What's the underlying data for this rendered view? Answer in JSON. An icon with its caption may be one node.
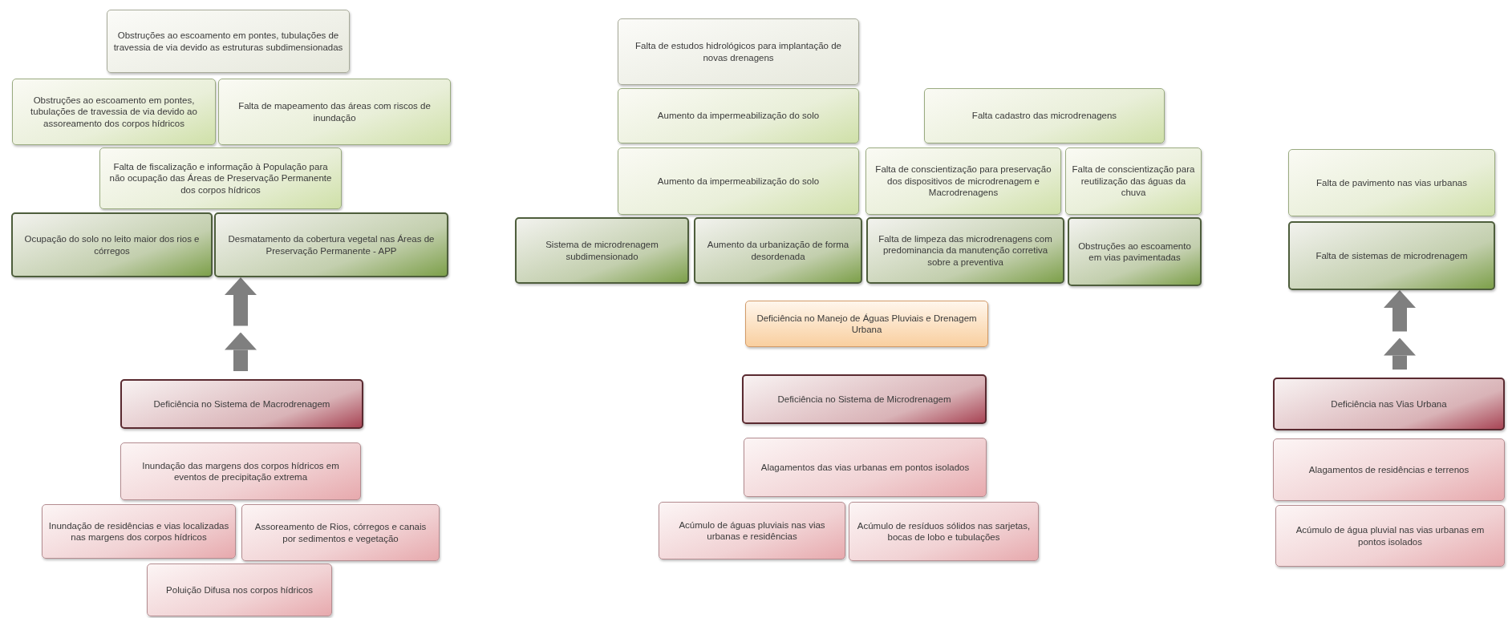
{
  "diagram": {
    "nodes": [
      {
        "text": [
          "Obstruções ao escoamento em pontes, tubulações de travessia de via devido as estruturas subdimensionadas"
        ]
      },
      {
        "text": [
          "Obstruções ao escoamento em pontes, tubulações de travessia de via devido ao assoreamento dos corpos hídricos"
        ]
      },
      {
        "text": [
          "Falta de mapeamento das áreas com riscos de inundação"
        ]
      },
      {
        "text": [
          "Falta de fiscalização e informação à População para não ocupação das Áreas de Preservação Permanente dos corpos hídricos"
        ]
      },
      {
        "text": [
          "Ocupação do solo no leito maior dos rios e córregos"
        ]
      },
      {
        "text": [
          "Desmatamento da cobertura vegetal nas Áreas de Preservação Permanente - APP"
        ]
      },
      {
        "text": [
          "Deficiência no Sistema de Macrodrenagem"
        ]
      },
      {
        "text": [
          "Inundação das margens dos corpos hídricos em eventos de precipitação extrema"
        ]
      },
      {
        "text": [
          "Inundação de residências e vias localizadas nas margens dos corpos hídricos"
        ]
      },
      {
        "text": [
          "Assoreamento de Rios, córregos e canais por sedimentos e vegetação"
        ]
      },
      {
        "text": [
          "Poluição Difusa nos corpos hídricos"
        ]
      },
      {
        "text": [
          "Falta de estudos hidrológicos para implantação de novas drenagens"
        ]
      },
      {
        "text": [
          "Aumento da impermeabilização do solo"
        ]
      },
      {
        "text": [
          "Aumento da impermeabilização do solo"
        ]
      },
      {
        "text": [
          "Falta cadastro das microdrenagens"
        ]
      },
      {
        "text": [
          "Falta de conscientização para preservação dos dispositivos de microdrenagem e Macrodrenagens"
        ]
      },
      {
        "text": [
          "Falta de conscientização para reutilização das águas da chuva"
        ]
      },
      {
        "text": [
          "Sistema de microdrenagem subdimensionado"
        ]
      },
      {
        "text": [
          "Aumento da urbanização de forma desordenada"
        ]
      },
      {
        "text": [
          "Falta de limpeza das microdrenagens com predominancia da manutenção corretiva sobre a preventiva"
        ]
      },
      {
        "text": [
          "Obstruções ao escoamento em vias pavimentadas"
        ]
      },
      {
        "text": [
          "Deficiência no Manejo de Águas Pluviais e Drenagem Urbana"
        ]
      },
      {
        "text": [
          "Deficiência no Sistema de Microdrenagem"
        ]
      },
      {
        "text": [
          "Alagamentos das vias urbanas em pontos isolados"
        ]
      },
      {
        "text": [
          "Acúmulo de águas pluviais nas vias urbanas e residências"
        ]
      },
      {
        "text": [
          "Acúmulo de resíduos sólidos nas sarjetas, bocas de lobo e tubulações"
        ]
      },
      {
        "text": [
          "Falta de pavimento nas vias urbanas"
        ]
      },
      {
        "text": [
          "Falta de sistemas de microdrenagem"
        ]
      },
      {
        "text": [
          "Deficiência nas Vias Urbana"
        ]
      },
      {
        "text": [
          "Alagamentos de residências e terrenos"
        ]
      },
      {
        "text": [
          "Acúmulo de água pluvial nas vias urbanas em pontos isolados"
        ]
      }
    ],
    "edges": [
      {
        "from": 6,
        "to": 5,
        "arrow": "to"
      },
      {
        "from": 28,
        "to": 27,
        "arrow": "to"
      }
    ]
  }
}
